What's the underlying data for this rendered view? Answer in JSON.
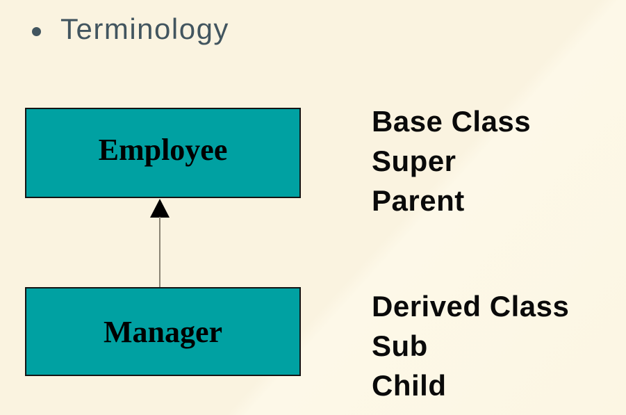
{
  "slide": {
    "title": "Terminology",
    "colors": {
      "background": "#FAF3E0",
      "background_highlight": "#FDF8E8",
      "title_text": "#42555F",
      "box_fill": "#00A1A2",
      "box_border": "#141414",
      "box_text": "#000000",
      "label_text": "#0A0A0A",
      "arrow_line": "#8A8474",
      "arrow_head": "#000000"
    },
    "diagram": {
      "base_box": {
        "label": "Employee"
      },
      "derived_box": {
        "label": "Manager"
      },
      "arrow_icon": "generalization-arrow-up"
    },
    "labels": {
      "base": {
        "0": "Base Class",
        "1": "Super",
        "2": "Parent"
      },
      "derived": {
        "0": "Derived Class",
        "1": "Sub",
        "2": "Child"
      }
    }
  }
}
